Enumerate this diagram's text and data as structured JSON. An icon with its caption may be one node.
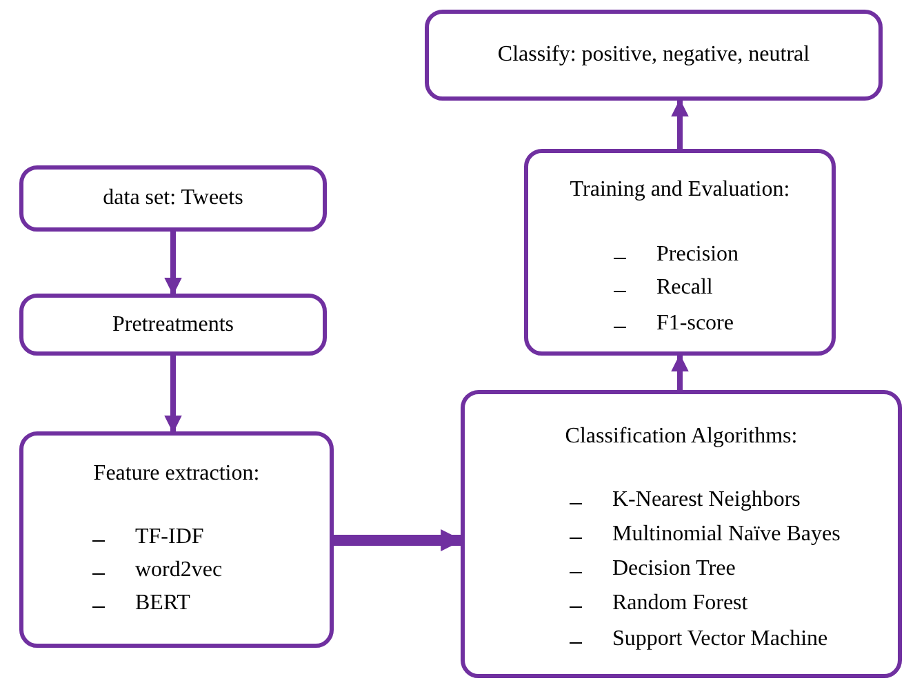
{
  "diagram": {
    "nodes": [
      {
        "text": [
          "Classify: positive, negative, neutral"
        ]
      },
      {
        "text": [
          "Training and Evaluation:",
          "Precision",
          "Recall",
          "F1-score"
        ]
      },
      {
        "text": [
          "data set: Tweets"
        ]
      },
      {
        "text": [
          "Pretreatments"
        ]
      },
      {
        "text": [
          "Feature extraction:",
          "TF-IDF",
          "word2vec",
          "BERT"
        ]
      },
      {
        "text": [
          "Classification Algorithms:",
          "K-Nearest Neighbors",
          "Multinomial Naïve Bayes",
          "Decision Tree",
          "Random Forest",
          "Support Vector Machine"
        ]
      }
    ],
    "edges": [
      {
        "from": 2,
        "to": 3,
        "arrow": "to"
      },
      {
        "from": 3,
        "to": 4,
        "arrow": "to"
      },
      {
        "from": 4,
        "to": 5,
        "arrow": "to",
        "style": "thick"
      },
      {
        "from": 5,
        "to": 1,
        "arrow": "to"
      },
      {
        "from": 1,
        "to": 0,
        "arrow": "to"
      }
    ]
  }
}
